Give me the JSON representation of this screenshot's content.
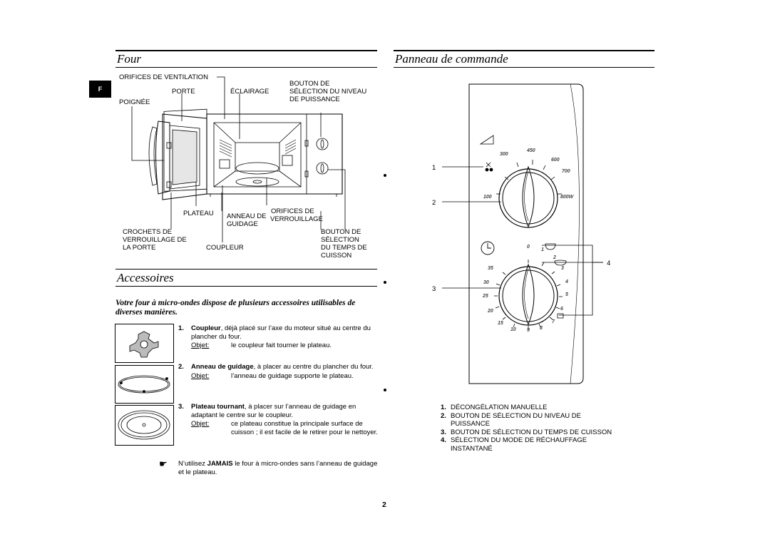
{
  "side_tab": "F",
  "sections": {
    "four_title": "Four",
    "panel_title": "Panneau de commande",
    "accessories_title": "Accessoires"
  },
  "oven_labels": {
    "vents": "ORIFICES DE VENTILATION",
    "door": "PORTE",
    "light": "ÉCLAIRAGE",
    "power_btn": [
      "BOUTON DE",
      "SÉLECTION DU NIVEAU",
      "DE PUISSANCE"
    ],
    "handle": "POIGNÉE",
    "tray": "PLATEAU",
    "ring": [
      "ANNEAU DE",
      "GUIDAGE"
    ],
    "lock_holes": [
      "ORIFICES DE",
      "VERROUILLAGE"
    ],
    "door_hooks": [
      "CROCHETS DE",
      "VERROUILLAGE DE",
      "LA PORTE"
    ],
    "coupler": "COUPLEUR",
    "time_btn": [
      "BOUTON DE",
      "SÉLECTION",
      "DU TEMPS DE",
      "CUISSON"
    ]
  },
  "accessories": {
    "intro": "Votre four à micro-ondes dispose de plusieurs accessoires utilisables de diverses manières.",
    "items": [
      {
        "num": "1.",
        "name": "Coupleur",
        "text": ", déjà placé sur l’axe du moteur situé au centre du plancher du four.",
        "obj_key": "Objet:",
        "obj_val": "le coupleur fait tourner le plateau."
      },
      {
        "num": "2.",
        "name": "Anneau de guidage",
        "text": ", à placer au centre du plancher du four.",
        "obj_key": "Objet:",
        "obj_val": "l’anneau de guidage supporte le plateau."
      },
      {
        "num": "3.",
        "name": "Plateau tournant",
        "text": ", à placer sur l’anneau de guidage en adaptant le centre sur le coupleur.",
        "obj_key": "Objet:",
        "obj_val": "ce plateau constitue la principale surface de cuisson ; il est facile de le retirer pour le nettoyer."
      }
    ],
    "note_pre": "N’utilisez ",
    "note_bold": "JAMAIS",
    "note_post": " le four à micro-ondes sans l’anneau de guidage et le plateau."
  },
  "panel": {
    "callouts": [
      "1",
      "2",
      "3",
      "4"
    ],
    "power_scale": [
      "300",
      "450",
      "600",
      "700",
      "800W",
      "100"
    ],
    "time_scale": [
      "0",
      "1",
      "2",
      "3",
      "4",
      "5",
      "6",
      "7",
      "8",
      "9",
      "10",
      "15",
      "20",
      "25",
      "30",
      "35"
    ],
    "legend": [
      {
        "n": "1.",
        "t": "DÉCONGÉLATION MANUELLE"
      },
      {
        "n": "2.",
        "t": "BOUTON DE SÉLECTION DU NIVEAU DE PUISSANCE"
      },
      {
        "n": "3.",
        "t": "BOUTON DE SÉLECTION DU TEMPS DE CUISSON"
      },
      {
        "n": "4.",
        "t": "SÉLECTION DU MODE DE RÉCHAUFFAGE INSTANTANÉ"
      }
    ]
  },
  "page_number": "2"
}
